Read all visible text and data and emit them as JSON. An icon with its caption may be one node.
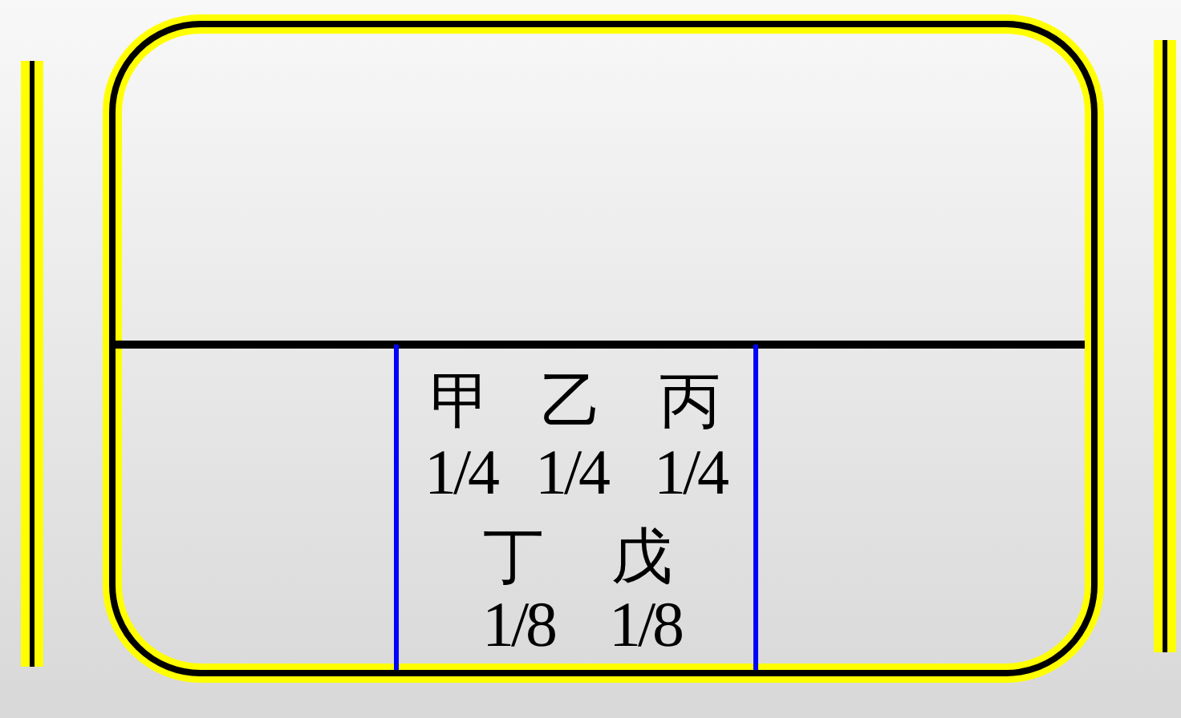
{
  "diagram": {
    "labels": [
      "甲",
      "乙",
      "丙",
      "1/4",
      "1/4",
      "1/4",
      "丁",
      "戊",
      "1/8",
      "1/8"
    ]
  }
}
